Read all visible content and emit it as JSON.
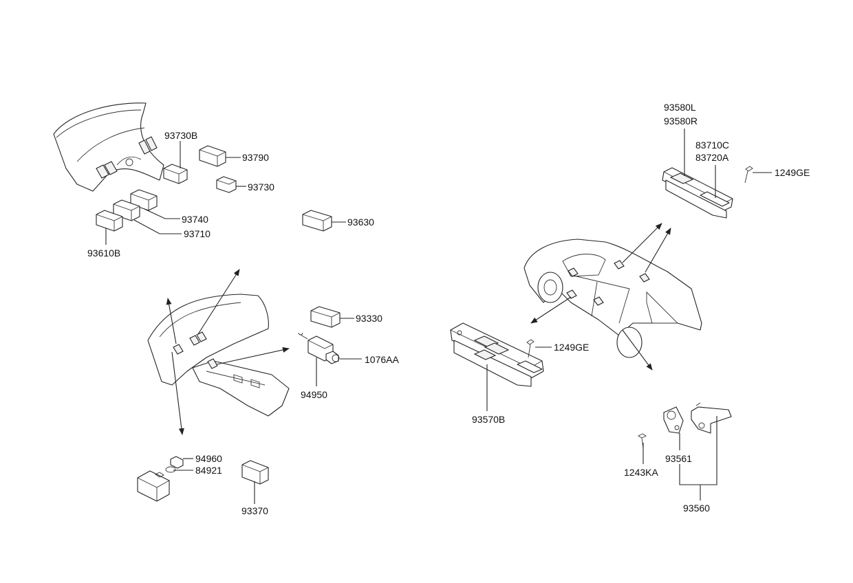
{
  "labels": {
    "p93730B": "93730B",
    "p93790": "93790",
    "p93730": "93730",
    "p93740": "93740",
    "p93710": "93710",
    "p93610B": "93610B",
    "p93630": "93630",
    "p93330": "93330",
    "p1076AA": "1076AA",
    "p94950": "94950",
    "p94960": "94960",
    "p84921": "84921",
    "p93370": "93370",
    "p93580L": "93580L",
    "p93580R": "93580R",
    "p83710C": "83710C",
    "p83720A": "83720A",
    "p1249GE_top": "1249GE",
    "p1249GE_mid": "1249GE",
    "p93570B": "93570B",
    "p93561": "93561",
    "p1243KA": "1243KA",
    "p93560": "93560"
  }
}
